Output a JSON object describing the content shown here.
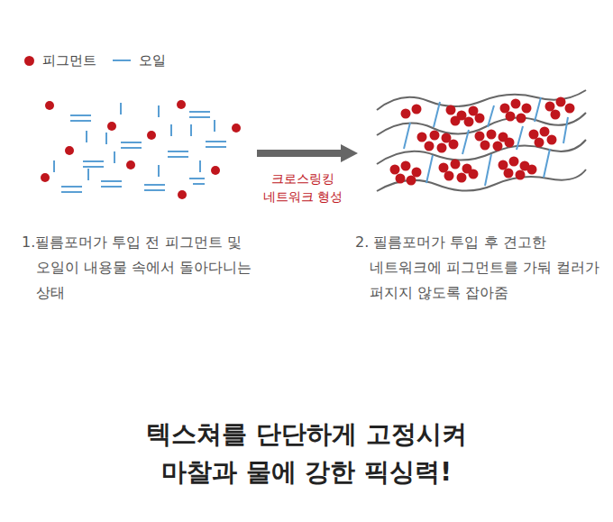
{
  "diagram": {
    "title": "텍스쳐를 단단하게 고정시켜 마찰과 물에 강한 픽싱력!",
    "labels": [
      "크로스링킹 네트워크 형성",
      "1.필름포머가 투입 전 피그먼트 및 오일이 내용물 속에서 돌아다니는 상태",
      "2. 필름포머가 투입 후 견고한 네트워크에 피그먼트를 가둬 컬러가 퍼지지 않도록 잡아줌"
    ],
    "legend": [
      {
        "text": "피그먼트",
        "color": "#c0161d"
      },
      {
        "text": "오일"
      }
    ]
  }
}
